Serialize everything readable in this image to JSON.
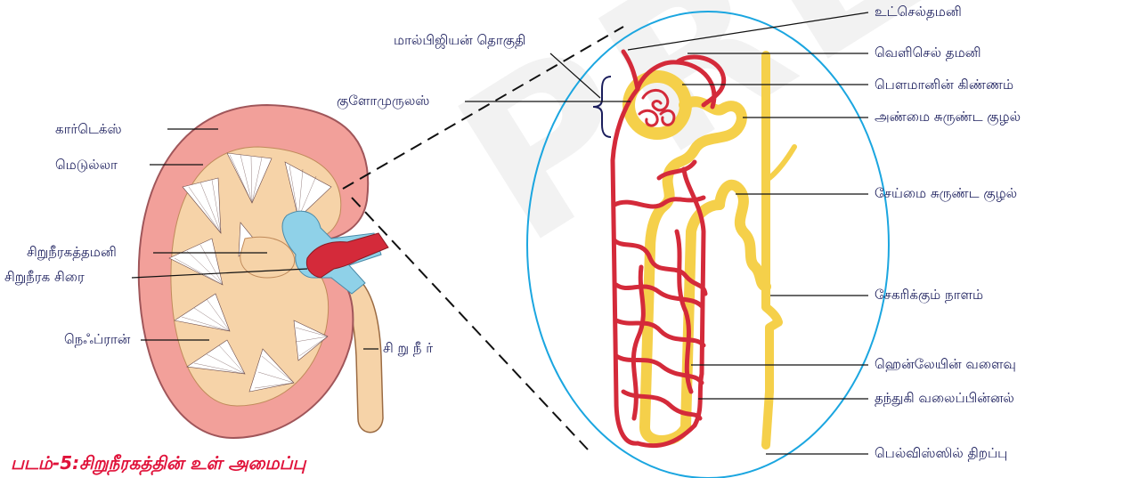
{
  "watermark": "PREVIEW",
  "caption": "படம்-5:சிறுநீரகத்தின் உள் அமைப்பு",
  "kidney_labels": {
    "cortex": "கார்டெக்ஸ்",
    "medulla": "மெடுல்லா",
    "renal_artery": "சிறுநீரகத்தமனி",
    "renal_vein": "சிறுநீரக சிரை",
    "nephron": "நெஃப்ரான்",
    "ureter": "சி று நீ ர்",
    "malpighian_body": "மால்பிஜியன் தொகுதி",
    "glomerulus": "குளோமுருலஸ்"
  },
  "nephron_labels": {
    "afferent_arteriole": "உட்செல்தமனி",
    "efferent_arteriole": "வெளிசெல் தமனி",
    "bowmans_capsule": "பௌமானின் கிண்ணம்",
    "proximal_tubule": "அண்மை சுருண்ட குழல்",
    "distal_tubule": "சேய்மை சுருண்ட குழல்",
    "collecting_duct": "சேகரிக்கும் நாளம்",
    "loop_of_henle": "ஹென்லேயின் வளைவு",
    "capillary_network": "தந்துகி வலைப்பின்னல்",
    "opening_to_pelvis": "பெல்விஸ்ஸில் திறப்பு"
  },
  "colors": {
    "label_text": "#1a1d5c",
    "caption": "#e0123a",
    "cortex": "#f2a09a",
    "medulla": "#f6d3a8",
    "pyramid": "#ffffff",
    "artery": "#d42a3a",
    "vein": "#8fd1e8",
    "tubule": "#f5d04a",
    "zoom_circle": "#1ba6e0"
  }
}
